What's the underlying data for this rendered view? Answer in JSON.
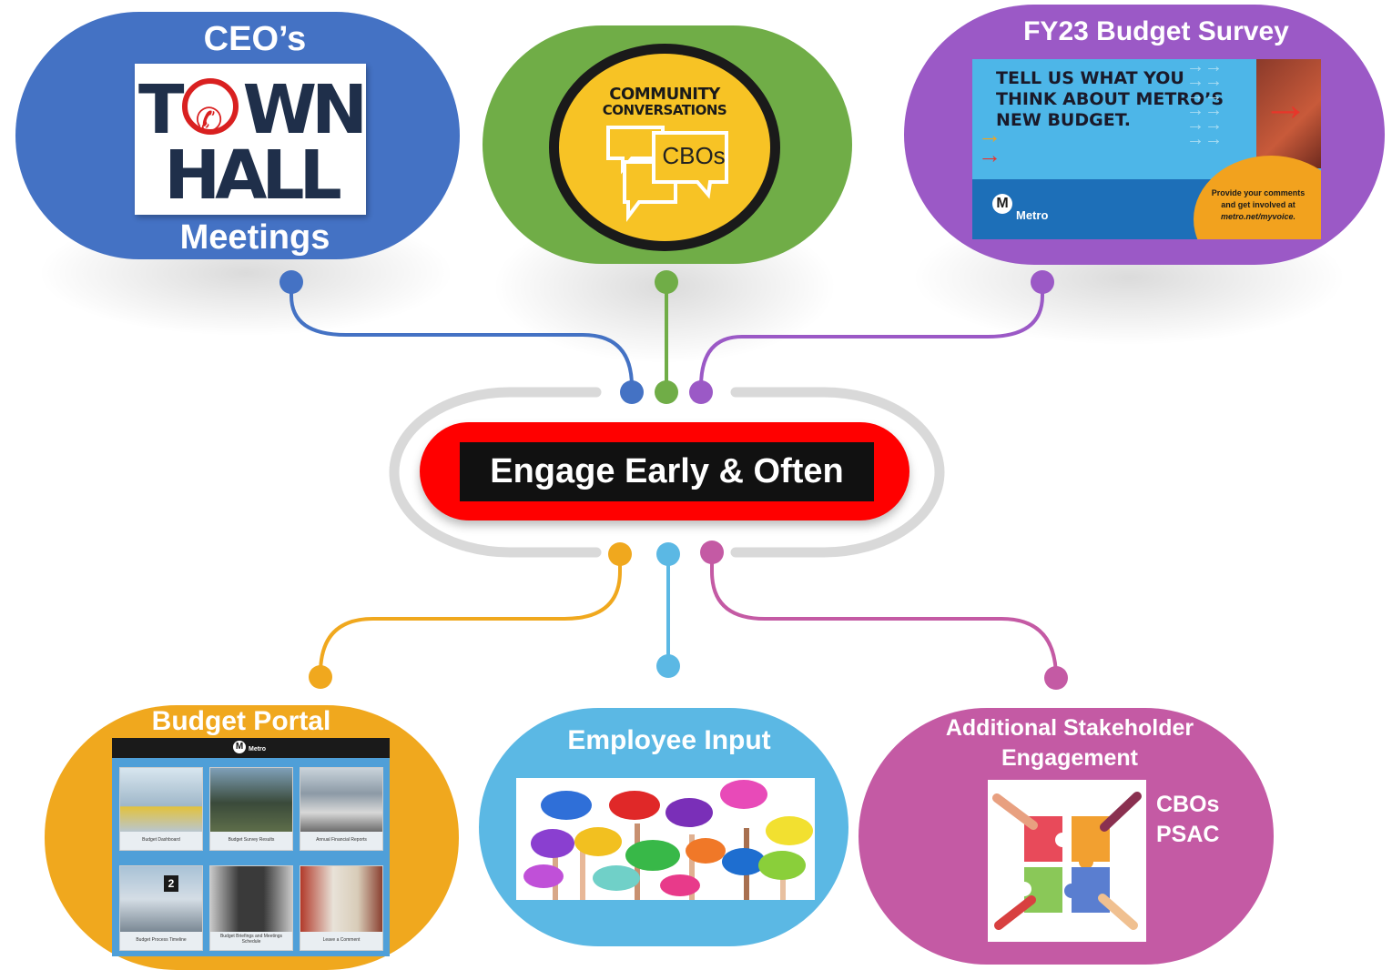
{
  "center": {
    "title": "Engage Early & Often"
  },
  "nodes": {
    "town_hall": {
      "heading": "CEO’s",
      "logo_line1_pre": "T",
      "logo_line1_post": "WN",
      "logo_line2": "HALL",
      "footer": "Meetings",
      "color": "#4472C4"
    },
    "community": {
      "line1": "COMMUNITY",
      "line2": "CONVERSATIONS",
      "bubble": "CBOs",
      "color": "#70AD47"
    },
    "survey": {
      "heading": "FY23 Budget  Survey",
      "ad_text": "TELL US WHAT YOU THINK ABOUT METRO’S NEW BUDGET.",
      "brand": "Metro",
      "cta_line1": "Provide your comments",
      "cta_line2": "and get involved at",
      "cta_line3": "metro.net/myvoice.",
      "color": "#9B59C6"
    },
    "portal": {
      "heading": "Budget Portal",
      "brand": "Metro",
      "tiles": [
        "Budget Dashboard",
        "Budget Survey Results",
        "Annual Financial Reports",
        "Budget Process Timeline",
        "Budget Briefings and Meetings Schedule",
        "Leave a Comment"
      ],
      "platform_number": "2",
      "color": "#F0A81E"
    },
    "employee": {
      "heading": "Employee Input",
      "color": "#5BB8E4"
    },
    "stakeholder": {
      "heading_line1": "Additional  Stakeholder",
      "heading_line2": "Engagement",
      "item1": "CBOs",
      "item2": "PSAC",
      "color": "#C45AA4"
    }
  },
  "accent": {
    "center_red": "#FF0000",
    "center_black": "#111111",
    "track_gray": "#D9D9D9",
    "connector_blue": "#4472C4",
    "connector_green": "#70AD47",
    "connector_purple": "#9B59C6",
    "connector_orange": "#F0A81E",
    "connector_cyan": "#5BB8E4",
    "connector_pink": "#C45AA4"
  }
}
